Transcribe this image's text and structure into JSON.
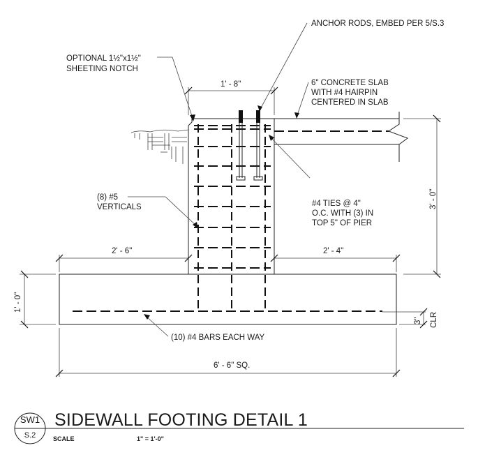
{
  "drawing": {
    "title": "SIDEWALL FOOTING DETAIL 1",
    "detail_tag": {
      "number": "SW1",
      "sheet": "S.2"
    },
    "scale_label": "SCALE",
    "scale_value": "1\" = 1'-0\""
  },
  "callouts": {
    "anchor_rods": "ANCHOR RODS, EMBED PER 5/S.3",
    "sheeting_notch_line1": "OPTIONAL 1½\"x1½\"",
    "sheeting_notch_line2": "SHEETING NOTCH",
    "slab_line1": "6\" CONCRETE SLAB",
    "slab_line2": "WITH #4 HAIRPIN",
    "slab_line3": "CENTERED IN SLAB",
    "verticals_line1": "(8) #5",
    "verticals_line2": "VERTICALS",
    "ties_line1": "#4 TIES @ 4\"",
    "ties_line2": "O.C. WITH (3) IN",
    "ties_line3": "TOP 5\" OF PIER",
    "bars": "(10) #4 BARS EACH WAY"
  },
  "dimensions": {
    "pier_width": "1' - 8\"",
    "left_projection": "2' - 6\"",
    "right_projection": "2' - 4\"",
    "pier_height": "3' - 0\"",
    "footing_thickness": "1' - 0\"",
    "footing_width": "6' - 6\" SQ.",
    "clear_cover": "3\"",
    "clear_cover_suffix": "CLR"
  }
}
